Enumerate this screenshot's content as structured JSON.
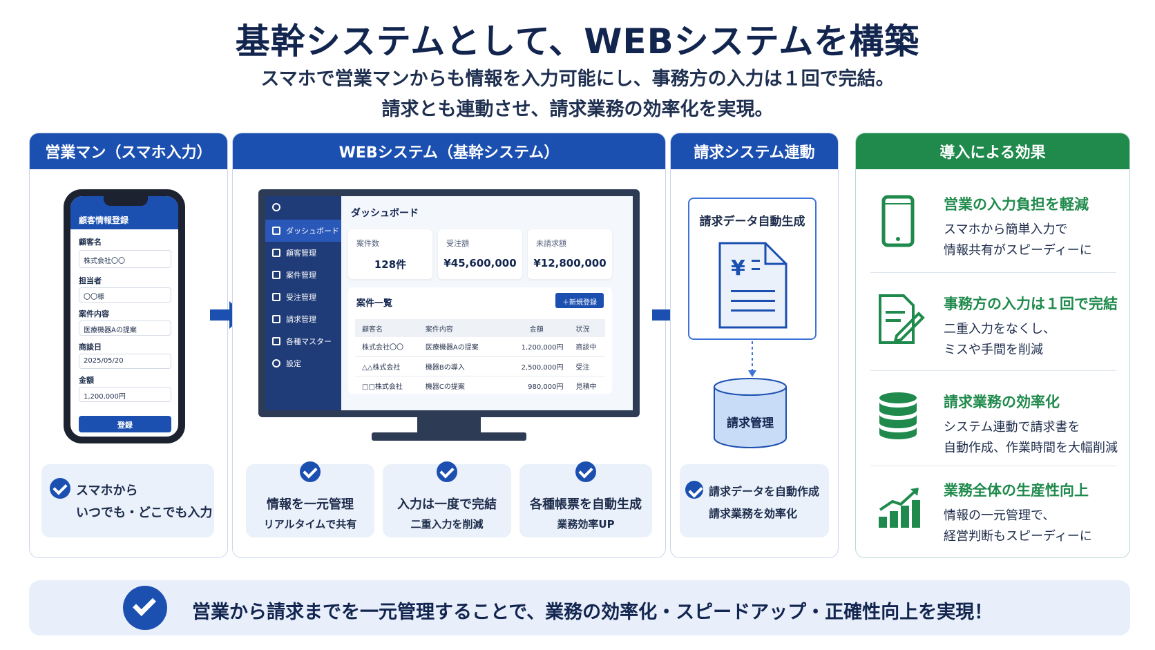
{
  "header": {
    "title": "基幹システムとして、WEBシステムを構築",
    "subtitle_1": "スマホで営業マンからも情報を入力可能にし、事務方の入力は１回で完結。",
    "subtitle_2": "請求とも連動させ、請求業務の効率化を実現。"
  },
  "colors": {
    "primary": "#1b4fb0",
    "green": "#1f8a4c",
    "card": "#eaf1fb"
  },
  "panel_sales": {
    "head": "営業マン（スマホ入力）",
    "phone": {
      "header": "顧客情報登録",
      "fields": [
        {
          "label": "顧客名",
          "value": "株式会社〇〇"
        },
        {
          "label": "担当者",
          "value": "〇〇様"
        },
        {
          "label": "案件内容",
          "value": "医療機器Aの提案"
        },
        {
          "label": "商談日",
          "value": "2025/05/20"
        },
        {
          "label": "金額",
          "value": "1,200,000円"
        }
      ],
      "button": "登録"
    },
    "card_line1": "スマホから",
    "card_line2": "いつでも・どこでも入力"
  },
  "panel_web": {
    "head": "WEBシステム（基幹システム）",
    "sidebar": [
      "ダッシュボード",
      "顧客管理",
      "案件管理",
      "受注管理",
      "請求管理",
      "各種マスター",
      "設定"
    ],
    "dashboard_title": "ダッシュボード",
    "kpis": [
      {
        "label": "案件数",
        "value": "128件"
      },
      {
        "label": "受注額",
        "value": "¥45,600,000"
      },
      {
        "label": "未請求額",
        "value": "¥12,800,000"
      }
    ],
    "list_title": "案件一覧",
    "new_button": "＋新規登録",
    "table_headers": [
      "顧客名",
      "案件内容",
      "金額",
      "状況"
    ],
    "table_rows": [
      [
        "株式会社〇〇",
        "医療機器Aの提案",
        "1,200,000円",
        "商談中"
      ],
      [
        "△△株式会社",
        "機器Bの導入",
        "2,500,000円",
        "受注"
      ],
      [
        "□□株式会社",
        "機器Cの提案",
        "980,000円",
        "見積中"
      ]
    ],
    "cards": [
      {
        "line1": "情報を一元管理",
        "line2": "リアルタイムで共有"
      },
      {
        "line1": "入力は一度で完結",
        "line2": "二重入力を削減"
      },
      {
        "line1": "各種帳票を自動生成",
        "line2": "業務効率UP"
      }
    ]
  },
  "panel_billing": {
    "head": "請求システム連動",
    "box_title": "請求データ自動生成",
    "db_label": "請求管理",
    "card_line1": "請求データを自動作成",
    "card_line2": "請求業務を効率化"
  },
  "panel_effects": {
    "head": "導入による効果",
    "items": [
      {
        "icon": "smartphone-icon",
        "title": "営業の入力負担を軽減",
        "line1": "スマホから簡単入力で",
        "line2": "情報共有がスピーディーに"
      },
      {
        "icon": "document-edit-icon",
        "title": "事務方の入力は１回で完結",
        "line1": "二重入力をなくし、",
        "line2": "ミスや手間を削減"
      },
      {
        "icon": "database-icon",
        "title": "請求業務の効率化",
        "line1": "システム連動で請求書を",
        "line2": "自動作成、作業時間を大幅削減"
      },
      {
        "icon": "growth-chart-icon",
        "title": "業務全体の生産性向上",
        "line1": "情報の一元管理で、",
        "line2": "経営判断もスピーディーに"
      }
    ]
  },
  "footer": {
    "text": "営業から請求までを一元管理することで、業務の効率化・スピードアップ・正確性向上を実現！"
  }
}
